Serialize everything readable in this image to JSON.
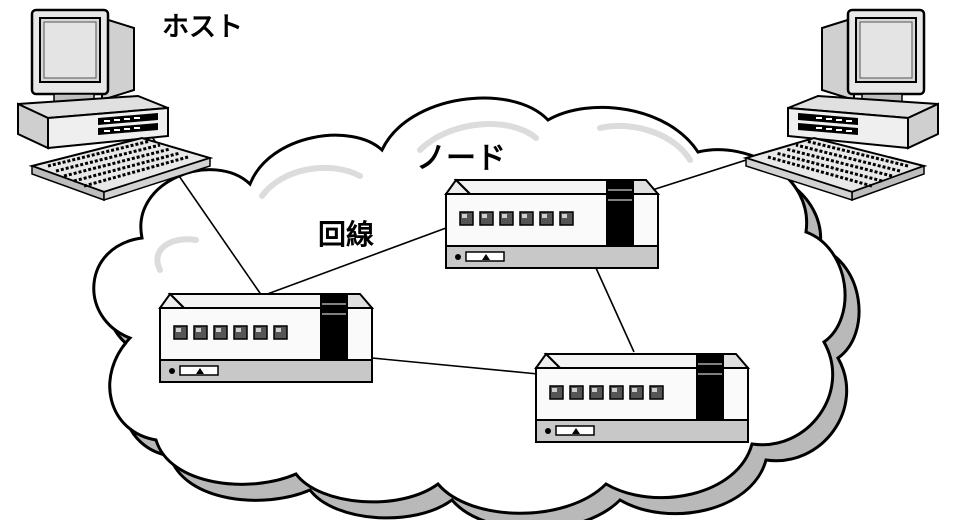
{
  "labels": {
    "host": "ホスト",
    "node": "ノード",
    "line": "回線"
  },
  "colors": {
    "ink": "#000000",
    "paper": "#ffffff",
    "cloud_shadow": "#b9b9b9",
    "device_face": "#f4f4f4",
    "device_base": "#c8c8c8",
    "screen": "#d8d8d8"
  },
  "elements": {
    "hosts": [
      "host-computer-left",
      "host-computer-right"
    ],
    "nodes": [
      "node-top",
      "node-left",
      "node-bottom-right"
    ],
    "links": [
      [
        "host-computer-left",
        "node-left"
      ],
      [
        "host-computer-right",
        "node-top"
      ],
      [
        "node-left",
        "node-top"
      ],
      [
        "node-left",
        "node-bottom-right"
      ],
      [
        "node-top",
        "node-bottom-right"
      ]
    ]
  }
}
